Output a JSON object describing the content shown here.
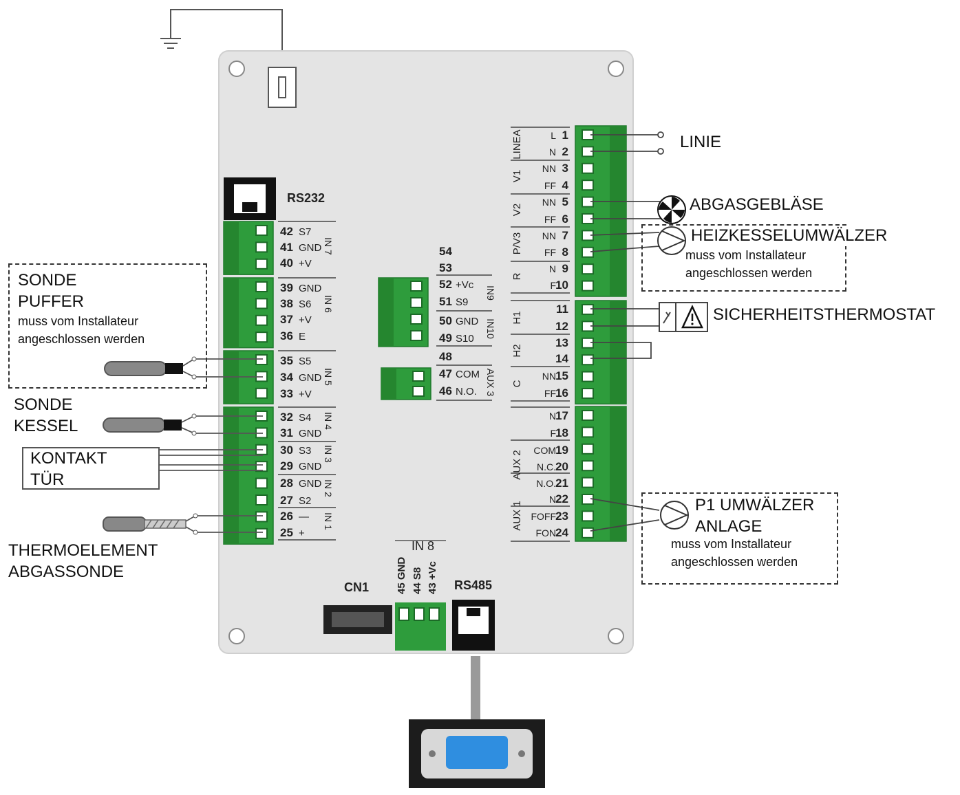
{
  "board": {
    "rs232": "RS232",
    "rs485": "RS485",
    "cn1": "CN1",
    "in8": "IN 8",
    "in8_pins": [
      "45 GND",
      "44 S8",
      "43 +Vc"
    ]
  },
  "left_terminals": [
    {
      "num": "42",
      "sig": "S7"
    },
    {
      "num": "41",
      "sig": "GND"
    },
    {
      "num": "40",
      "sig": "+V"
    },
    {
      "num": "39",
      "sig": "GND"
    },
    {
      "num": "38",
      "sig": "S6"
    },
    {
      "num": "37",
      "sig": "+V"
    },
    {
      "num": "36",
      "sig": "E"
    },
    {
      "num": "35",
      "sig": "S5"
    },
    {
      "num": "34",
      "sig": "GND"
    },
    {
      "num": "33",
      "sig": "+V"
    },
    {
      "num": "32",
      "sig": "S4"
    },
    {
      "num": "31",
      "sig": "GND"
    },
    {
      "num": "30",
      "sig": "S3"
    },
    {
      "num": "29",
      "sig": "GND"
    },
    {
      "num": "28",
      "sig": "GND"
    },
    {
      "num": "27",
      "sig": "S2"
    },
    {
      "num": "26",
      "sig": "—"
    },
    {
      "num": "25",
      "sig": "+"
    }
  ],
  "left_groups": [
    "IN 7",
    "IN 6",
    "IN 5",
    "IN 4",
    "IN 3",
    "IN 2",
    "IN 1"
  ],
  "mid_terminals": [
    {
      "num": "54",
      "sig": ""
    },
    {
      "num": "53",
      "sig": ""
    },
    {
      "num": "52",
      "sig": "+Vc"
    },
    {
      "num": "51",
      "sig": "S9"
    },
    {
      "num": "50",
      "sig": "GND"
    },
    {
      "num": "49",
      "sig": "S10"
    },
    {
      "num": "48",
      "sig": ""
    },
    {
      "num": "47",
      "sig": "COM"
    },
    {
      "num": "46",
      "sig": "N.O."
    }
  ],
  "mid_groups": [
    "IN9",
    "IN10",
    "AUX 3"
  ],
  "right_terminals": [
    {
      "num": "1",
      "sig": "L"
    },
    {
      "num": "2",
      "sig": "N"
    },
    {
      "num": "3",
      "sig": "NN"
    },
    {
      "num": "4",
      "sig": "FF"
    },
    {
      "num": "5",
      "sig": "NN"
    },
    {
      "num": "6",
      "sig": "FF"
    },
    {
      "num": "7",
      "sig": "NN"
    },
    {
      "num": "8",
      "sig": "FF"
    },
    {
      "num": "9",
      "sig": "N"
    },
    {
      "num": "10",
      "sig": "F"
    },
    {
      "num": "11",
      "sig": ""
    },
    {
      "num": "12",
      "sig": ""
    },
    {
      "num": "13",
      "sig": ""
    },
    {
      "num": "14",
      "sig": ""
    },
    {
      "num": "15",
      "sig": "NN"
    },
    {
      "num": "16",
      "sig": "FF"
    },
    {
      "num": "17",
      "sig": "N"
    },
    {
      "num": "18",
      "sig": "F"
    },
    {
      "num": "19",
      "sig": "COM"
    },
    {
      "num": "20",
      "sig": "N.C."
    },
    {
      "num": "21",
      "sig": "N.O."
    },
    {
      "num": "22",
      "sig": "N"
    },
    {
      "num": "23",
      "sig": "FOFF"
    },
    {
      "num": "24",
      "sig": "FON"
    }
  ],
  "right_groups": [
    "LINEA",
    "V1",
    "V2",
    "P/V3",
    "R",
    "H1",
    "H2",
    "C",
    "AUX 2",
    "AUX 1"
  ],
  "labels": {
    "linie": "LINIE",
    "abgasgeblaese": "ABGASGEBLÄSE",
    "heizkessel": "HEIZKESSELUMWÄLZER",
    "heizkessel_note1": "muss vom Installateur",
    "heizkessel_note2": "angeschlossen werden",
    "sicherheit": "SICHERHEITSTHERMOSTAT",
    "p1_line1": "P1 UMWÄLZER",
    "p1_line2": "ANLAGE",
    "p1_note1": "muss vom Installateur",
    "p1_note2": "angeschlossen werden",
    "sonde_puffer1": "SONDE",
    "sonde_puffer2": "PUFFER",
    "sonde_puffer_note1": "muss vom Installateur",
    "sonde_puffer_note2": "angeschlossen werden",
    "sonde_kessel1": "SONDE",
    "sonde_kessel2": "KESSEL",
    "kontakt1": "KONTAKT",
    "kontakt2": "TÜR",
    "thermo1": "THERMOELEMENT",
    "thermo2": "ABGASSONDE"
  }
}
